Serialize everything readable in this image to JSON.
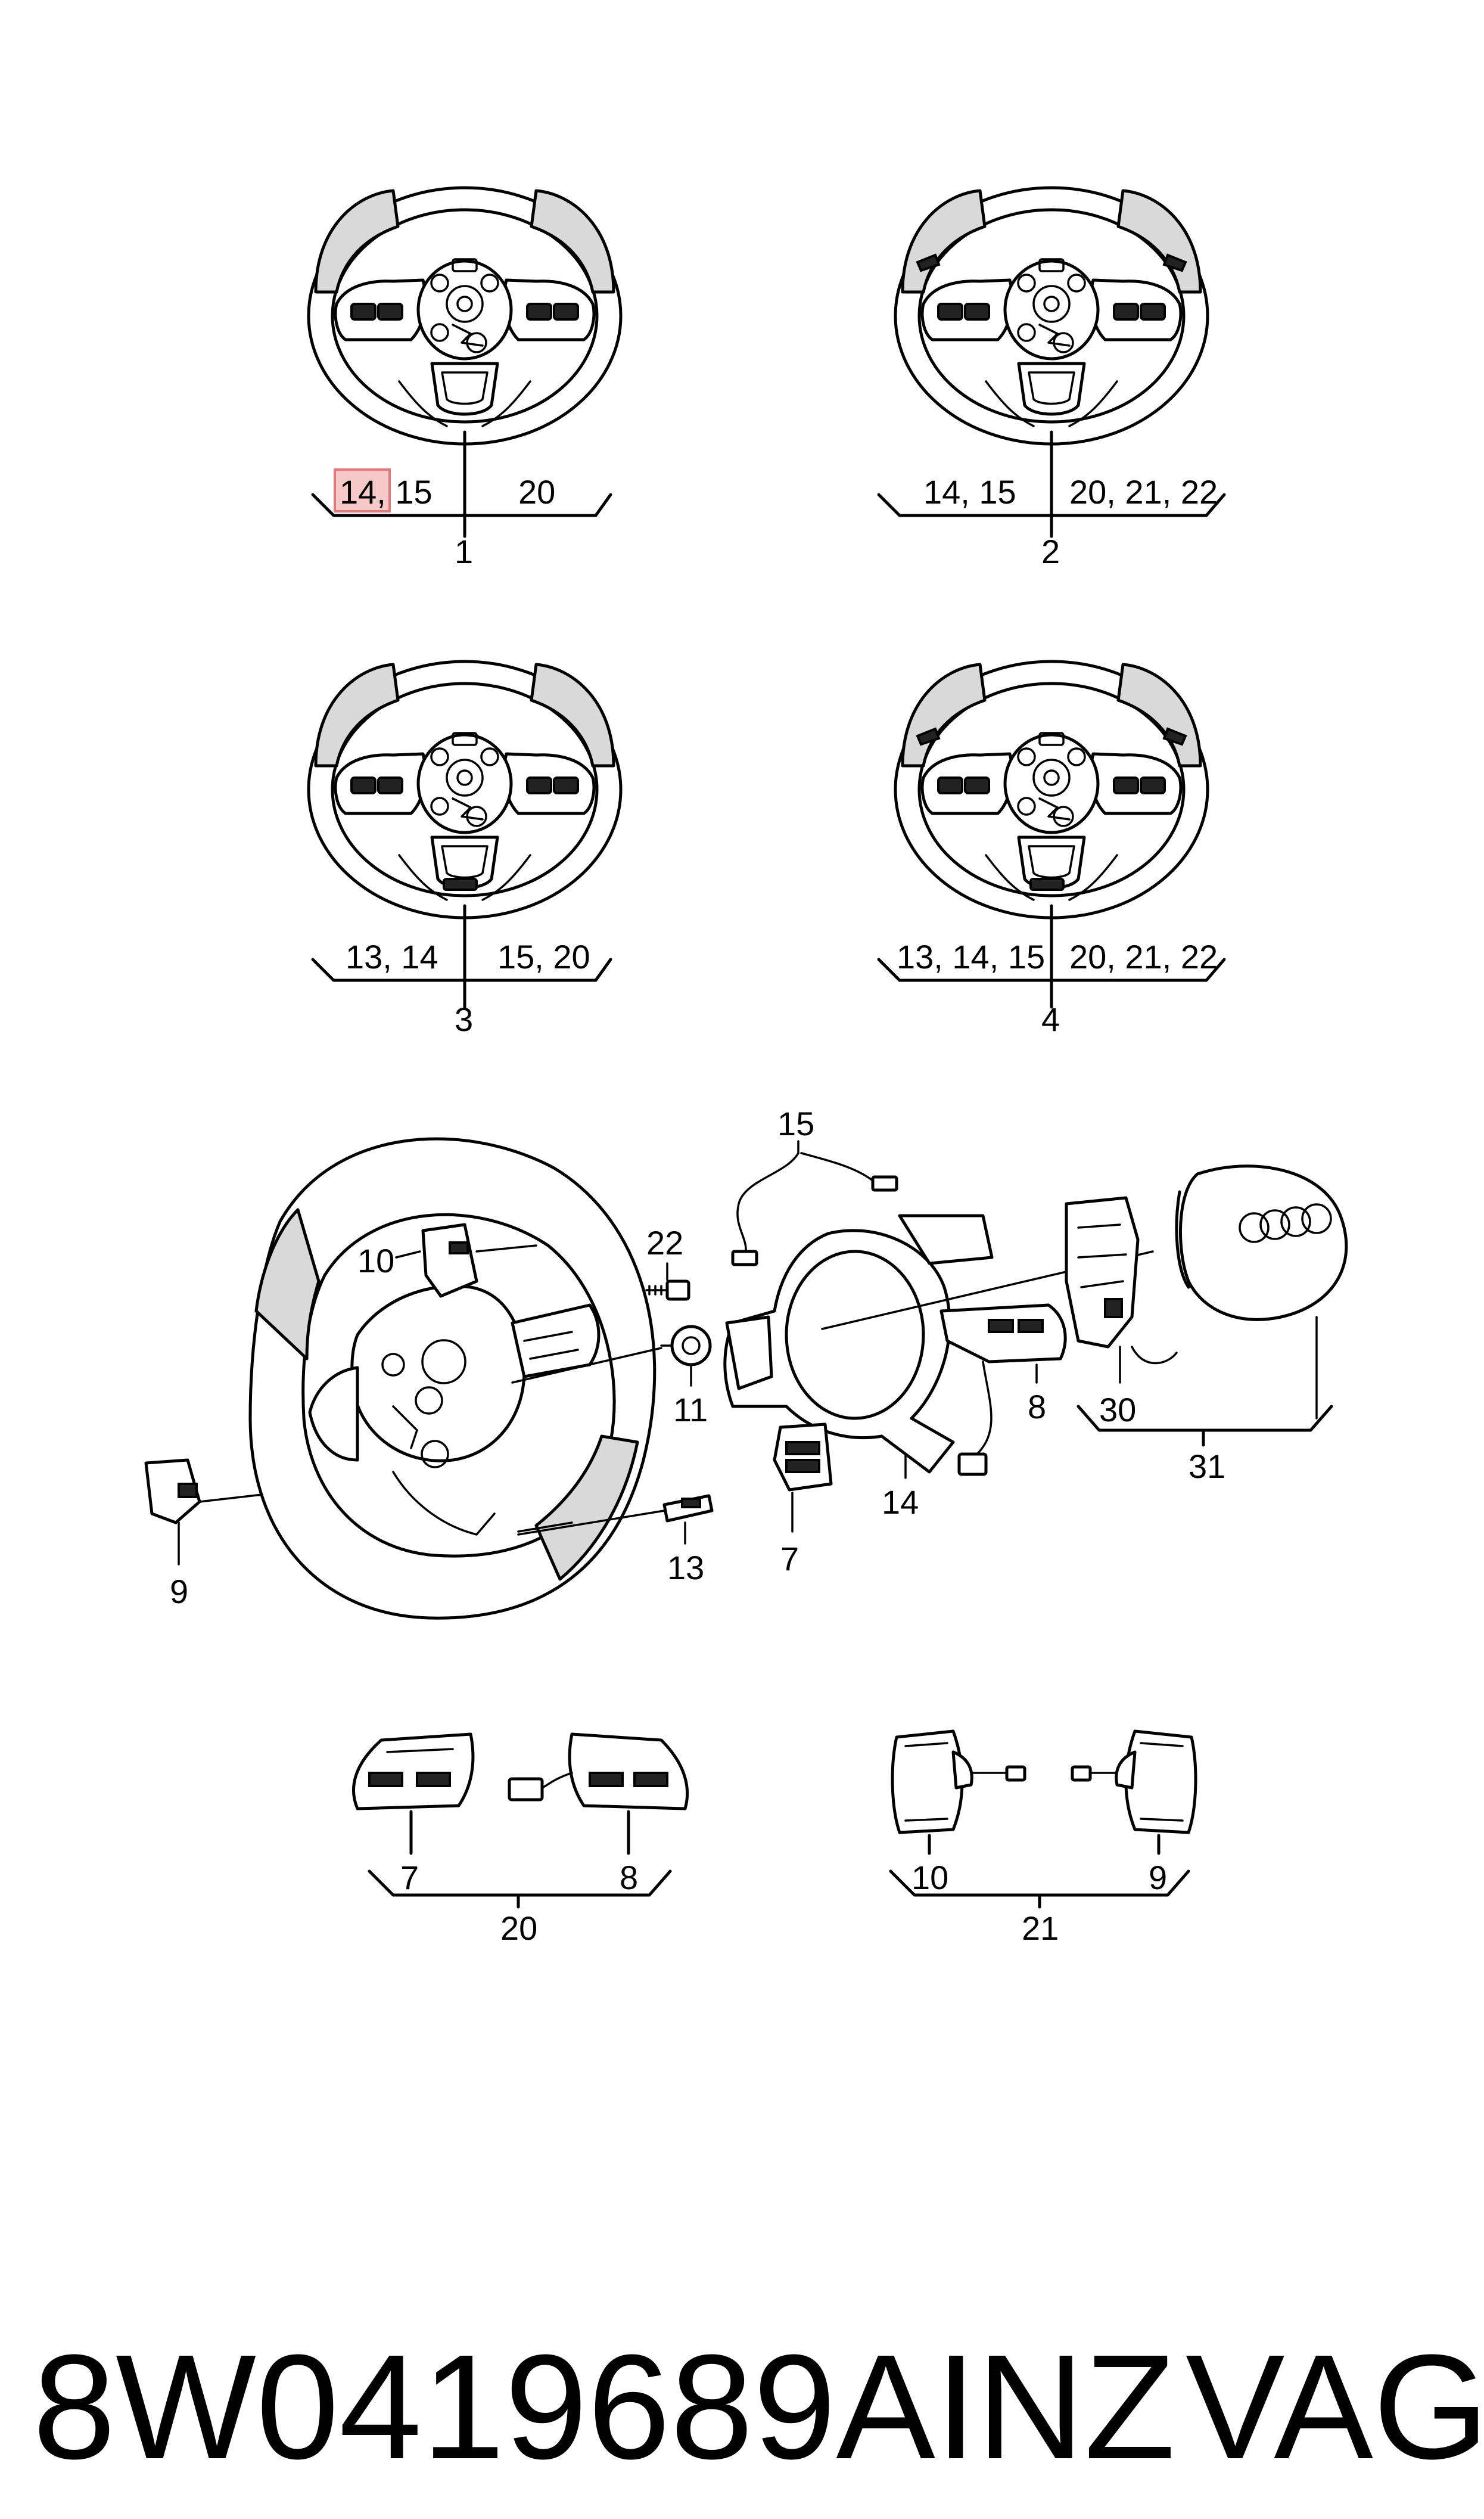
{
  "diagram": {
    "variants": [
      {
        "number": "1",
        "left_refs": "14, 15",
        "right_refs": "20",
        "sport_badge": false
      },
      {
        "number": "2",
        "left_refs": "14, 15",
        "right_refs": "20, 21, 22",
        "sport_badge": false
      },
      {
        "number": "3",
        "left_refs": "13, 14",
        "right_refs": "15, 20",
        "sport_badge": true
      },
      {
        "number": "4",
        "left_refs": "13, 14, 15",
        "right_refs": "20, 21, 22",
        "sport_badge": true
      }
    ],
    "highlighted_ref": "14",
    "exploded_callouts": [
      "15",
      "10",
      "22",
      "11",
      "9",
      "13",
      "7",
      "14",
      "8",
      "30",
      "31"
    ],
    "groups": [
      {
        "number": "20",
        "parts": [
          "7",
          "8"
        ]
      },
      {
        "number": "21",
        "parts": [
          "10",
          "9"
        ]
      }
    ],
    "highlight_color": "#f6c9c9",
    "highlight_border": "#e07b7b"
  },
  "footer": {
    "part_number": "8W0419689AINZ",
    "brand": "VAG"
  }
}
